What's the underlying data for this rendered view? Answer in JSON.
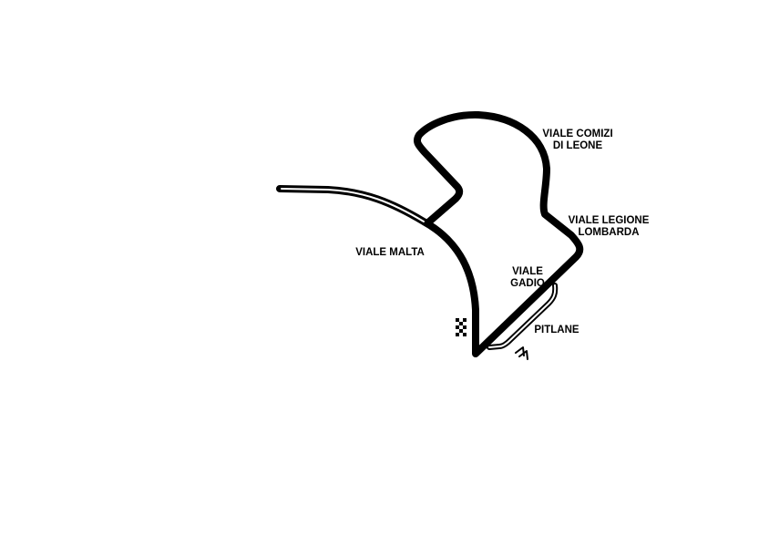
{
  "map": {
    "street_labels": {
      "viale_comizi_line1": "VIALE COMIZI",
      "viale_comizi_line2": "DI LEONE",
      "viale_legione_line1": "VIALE LEGIONE",
      "viale_legione_line2": "LOMBARDA",
      "viale_malta": "VIALE MALTA",
      "viale_gadio_line1": "VIALE",
      "viale_gadio_line2": "GADIO",
      "pitlane": "PITLANE"
    },
    "colors": {
      "track": "#000000",
      "background": "#ffffff"
    },
    "icons": [
      "start-finish-flag-icon",
      "direction-chevrons-icon"
    ]
  }
}
